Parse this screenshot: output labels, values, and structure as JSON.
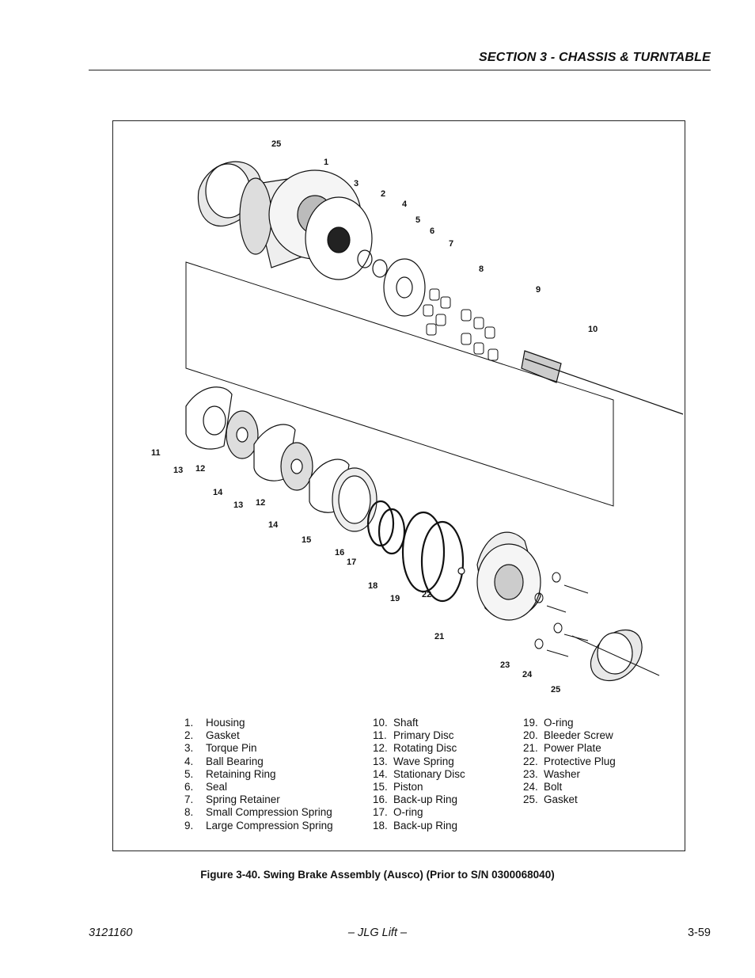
{
  "header": {
    "section_title": "SECTION 3 - CHASSIS & TURNTABLE"
  },
  "figure": {
    "callouts": [
      "25",
      "1",
      "3",
      "2",
      "4",
      "5",
      "6",
      "7",
      "8",
      "9",
      "10",
      "11",
      "13",
      "12",
      "14",
      "13",
      "12",
      "14",
      "15",
      "16",
      "17",
      "18",
      "19",
      "22",
      "21",
      "23",
      "24",
      "25"
    ],
    "legend": [
      [
        {
          "num": "1.",
          "label": "Housing"
        },
        {
          "num": "2.",
          "label": "Gasket"
        },
        {
          "num": "3.",
          "label": "Torque Pin"
        },
        {
          "num": "4.",
          "label": "Ball Bearing"
        },
        {
          "num": "5.",
          "label": "Retaining Ring"
        },
        {
          "num": "6.",
          "label": "Seal"
        },
        {
          "num": "7.",
          "label": "Spring Retainer"
        },
        {
          "num": "8.",
          "label": "Small Compression Spring"
        },
        {
          "num": "9.",
          "label": "Large Compression Spring"
        }
      ],
      [
        {
          "num": "10.",
          "label": "Shaft"
        },
        {
          "num": "11.",
          "label": "Primary Disc"
        },
        {
          "num": "12.",
          "label": "Rotating Disc"
        },
        {
          "num": "13.",
          "label": "Wave Spring"
        },
        {
          "num": "14.",
          "label": "Stationary Disc"
        },
        {
          "num": "15.",
          "label": "Piston"
        },
        {
          "num": "16.",
          "label": "Back-up Ring"
        },
        {
          "num": "17.",
          "label": "O-ring"
        },
        {
          "num": "18.",
          "label": "Back-up Ring"
        }
      ],
      [
        {
          "num": "19.",
          "label": "O-ring"
        },
        {
          "num": "20.",
          "label": "Bleeder Screw"
        },
        {
          "num": "21.",
          "label": "Power Plate"
        },
        {
          "num": "22.",
          "label": "Protective Plug"
        },
        {
          "num": "23.",
          "label": "Washer"
        },
        {
          "num": "24.",
          "label": "Bolt"
        },
        {
          "num": "25.",
          "label": "Gasket"
        }
      ]
    ],
    "caption": "Figure 3-40.  Swing Brake Assembly (Ausco) (Prior to S/N 0300068040)"
  },
  "footer": {
    "doc_number": "3121160",
    "center": "– JLG Lift –",
    "page": "3-59"
  }
}
